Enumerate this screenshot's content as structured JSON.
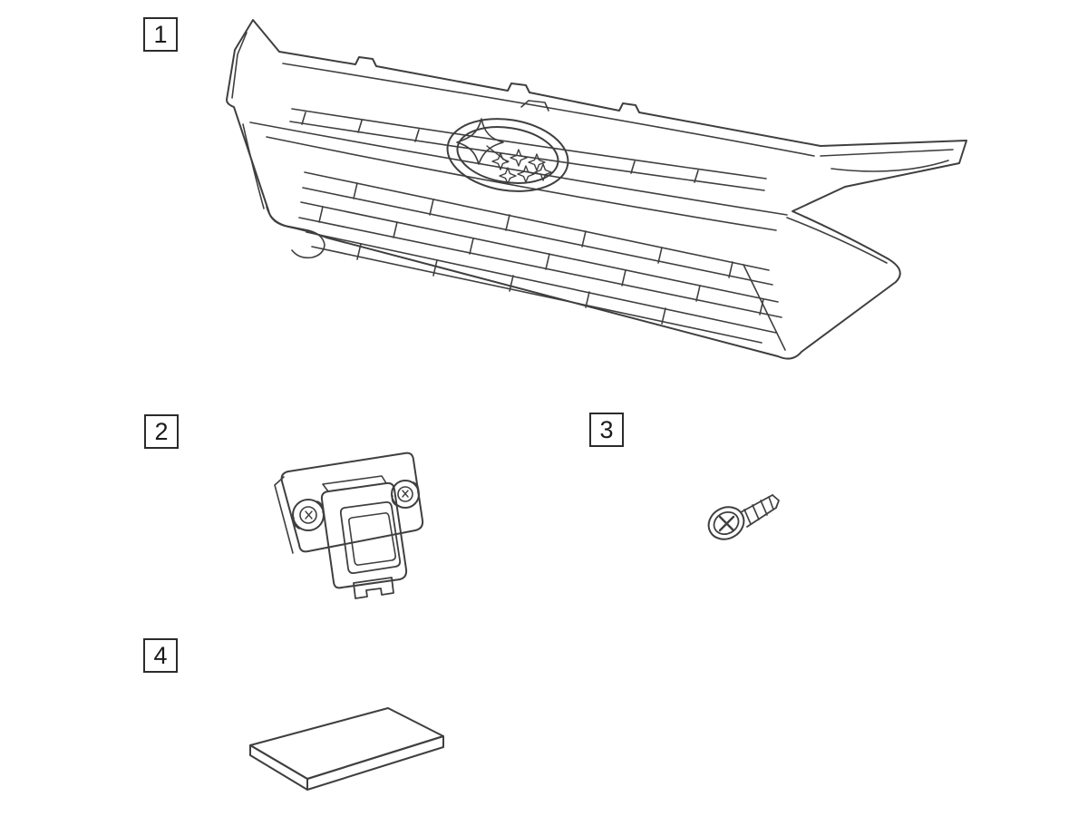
{
  "diagram": {
    "background": "#ffffff",
    "line_color": "#3f3f3f",
    "pad_fill": "#e1e1e1",
    "pad_side_fill": "#f0f0f0",
    "callouts": [
      {
        "label": "1",
        "part": "front-grille"
      },
      {
        "label": "2",
        "part": "camera-assembly"
      },
      {
        "label": "3",
        "part": "tapping-screw"
      },
      {
        "label": "4",
        "part": "adhesive-pad"
      }
    ]
  }
}
